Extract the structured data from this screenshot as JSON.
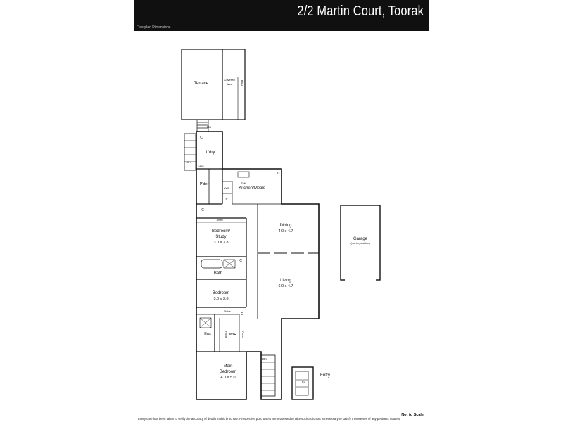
{
  "header": {
    "address": "2/2 Martin Court, Toorak",
    "subtitle": "Floorplan Dimensions"
  },
  "plan": {
    "rooms": {
      "terrace": "Terrace",
      "covered_area": [
        "Covered",
        "Area"
      ],
      "bbq": "BBQ",
      "dn_top": "Dn",
      "laundry": "L'dry",
      "wm": "WM",
      "powder": "P'der",
      "wc": "WC",
      "p_pantry": "P",
      "kitchen": "Kitchen/Meals",
      "dw": "DW",
      "shelf": "Shelf",
      "bedroom_study": [
        "Bedroom/",
        "Study",
        "3.0 x 3.8"
      ],
      "bath": "Bath",
      "bedroom": [
        "Bedroom",
        "3.0 x 3.8"
      ],
      "dining": [
        "Dining",
        "4.0 x 4.7"
      ],
      "living": [
        "Living",
        "6.0 x 4.7"
      ],
      "garage": [
        "Garage",
        "(not in position)"
      ],
      "robe": "Robe",
      "ens": "Ens",
      "wir": "WIR",
      "robe_side": "Robe",
      "main_bedroom": [
        "Main",
        "Bedroom",
        "4.0 x 5.0"
      ],
      "dn_bottom": "Dn",
      "up": "Up",
      "entry": "Entry",
      "cupboard": "C"
    }
  },
  "footer": {
    "not_to_scale": "Not to Scale",
    "disclaimer": "Every care has been taken to verify the accuracy of details in this brochure. Prospective purchasers are requested to take such action as is necessary to satisfy themselves of any pertinent matters"
  }
}
